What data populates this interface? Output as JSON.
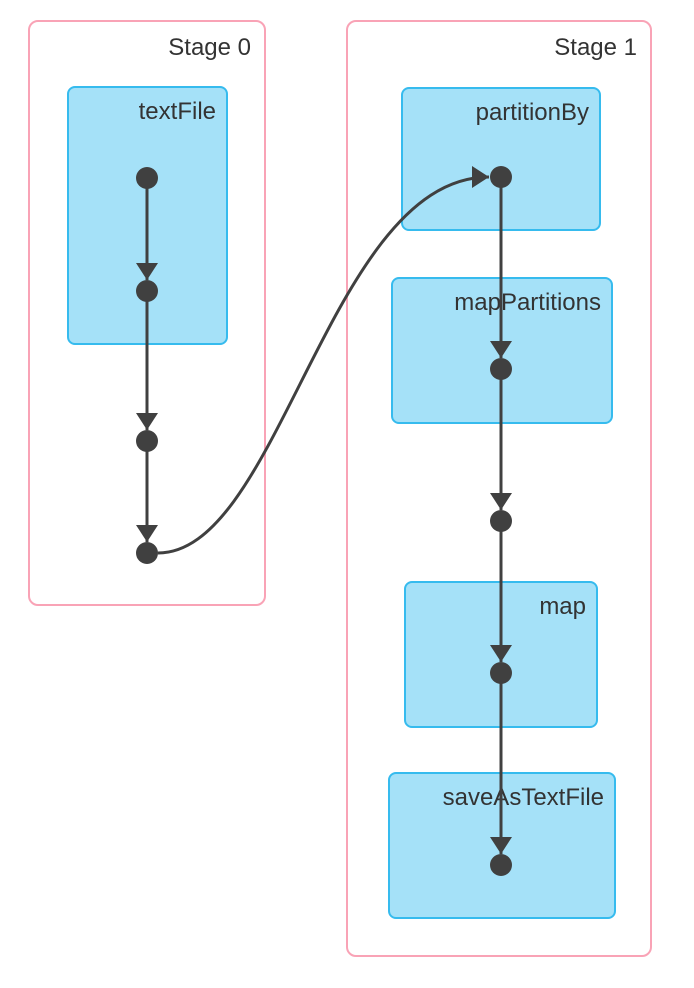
{
  "diagram": {
    "type": "dag-visualization",
    "stages": [
      {
        "title": "Stage 0",
        "ops": [
          {
            "label": "textFile",
            "dots": 2
          }
        ],
        "total_dots": 4
      },
      {
        "title": "Stage 1",
        "ops": [
          {
            "label": "partitionBy",
            "dots": 1
          },
          {
            "label": "mapPartitions",
            "dots": 1
          },
          {
            "label": "map",
            "dots": 1
          },
          {
            "label": "saveAsTextFile",
            "dots": 1
          }
        ],
        "total_dots": 5
      }
    ],
    "edges": [
      {
        "from": "stage0.dot0",
        "to": "stage0.dot1",
        "kind": "straight-arrow"
      },
      {
        "from": "stage0.dot1",
        "to": "stage0.dot2",
        "kind": "straight-arrow"
      },
      {
        "from": "stage0.dot2",
        "to": "stage0.dot3",
        "kind": "straight-arrow"
      },
      {
        "from": "stage0.dot3",
        "to": "stage1.dot0",
        "kind": "curved-shuffle-arrow"
      },
      {
        "from": "stage1.dot0",
        "to": "stage1.dot1",
        "kind": "straight-arrow"
      },
      {
        "from": "stage1.dot1",
        "to": "stage1.dot2",
        "kind": "straight-arrow"
      },
      {
        "from": "stage1.dot2",
        "to": "stage1.dot3",
        "kind": "straight-arrow"
      },
      {
        "from": "stage1.dot3",
        "to": "stage1.dot4",
        "kind": "straight-arrow"
      }
    ],
    "colors": {
      "background": "#FFFFFF",
      "stage_border": "#F9A3B6",
      "op_fill": "#A5E1F8",
      "op_border": "#36BBEE",
      "edge_and_dot": "#404040",
      "text": "#333333"
    }
  }
}
